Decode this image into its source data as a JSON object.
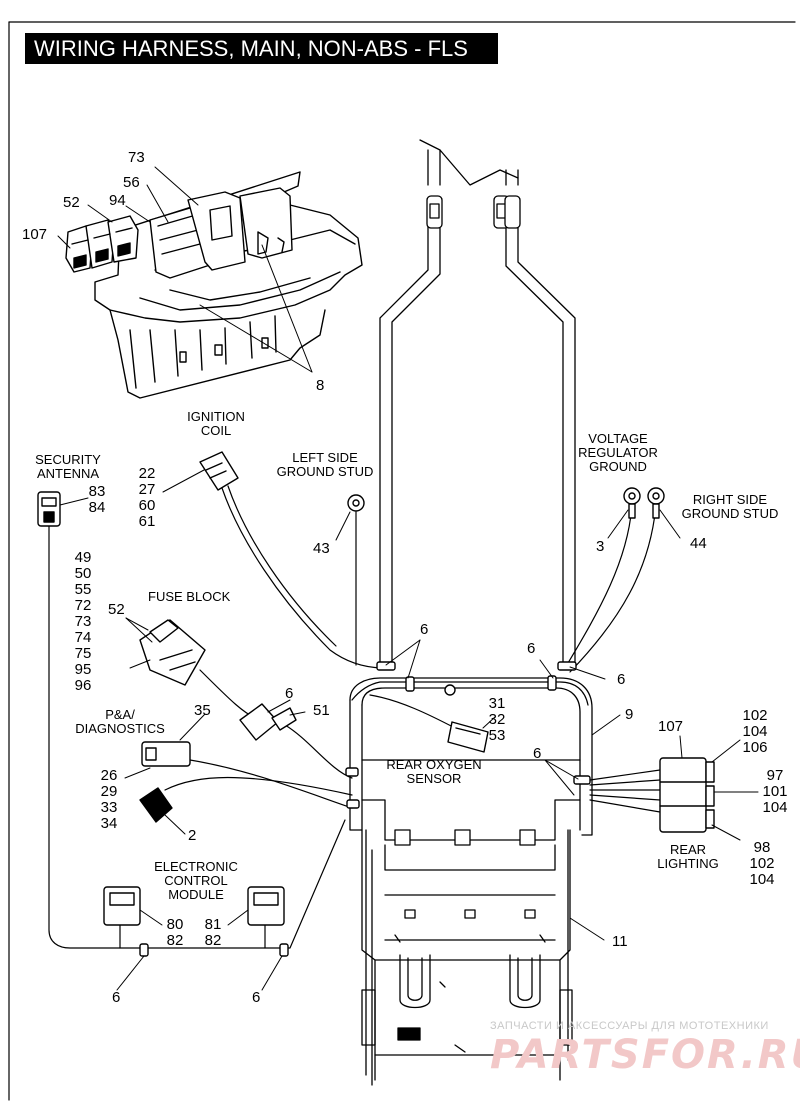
{
  "title": "WIRING HARNESS, MAIN, NON-ABS - FLS",
  "components": {
    "ignition_coil": "IGNITION\nCOIL",
    "left_ground": "LEFT SIDE\nGROUND STUD",
    "voltage_reg": "VOLTAGE\nREGULATOR\nGROUND",
    "right_ground": "RIGHT SIDE\nGROUND STUD",
    "security_antenna": "SECURITY\nANTENNA",
    "fuse_block": "FUSE BLOCK",
    "pa_diag": "P&A/\nDIAGNOSTICS",
    "rear_o2": "REAR OXYGEN\nSENSOR",
    "ecm": "ELECTRONIC\nCONTROL\nMODULE",
    "rear_lighting": "REAR\nLIGHTING"
  },
  "callouts": {
    "c73": "73",
    "c56": "56",
    "c52a": "52",
    "c94": "94",
    "c107a": "107",
    "c8": "8",
    "coil_parts": [
      "22",
      "27",
      "60",
      "61"
    ],
    "antenna_parts": [
      "83",
      "84"
    ],
    "c43": "43",
    "c3": "3",
    "c44": "44",
    "fuse_list": [
      "49",
      "50",
      "55",
      "72",
      "73",
      "74",
      "75",
      "95",
      "96"
    ],
    "c52b": "52",
    "c6a": "6",
    "c6b": "6",
    "c6c": "6",
    "c6d": "6",
    "c6e": "6",
    "c6f": "6",
    "c6g": "6",
    "c51": "51",
    "c35": "35",
    "c9": "9",
    "o2_parts": [
      "31",
      "32",
      "53"
    ],
    "pa_parts": [
      "26",
      "29",
      "33",
      "34"
    ],
    "c2": "2",
    "c107b": "107",
    "rl_a": [
      "102",
      "104",
      "106"
    ],
    "rl_b": [
      "97",
      "101",
      "104"
    ],
    "rl_c": [
      "98",
      "102",
      "104"
    ],
    "ecm_a": [
      "80",
      "82"
    ],
    "ecm_b": [
      "81",
      "82"
    ],
    "c11": "11"
  },
  "watermark": {
    "line1": "ЗАПЧАСТИ И АКСЕССУАРЫ ДЛЯ МОТОТЕХНИКИ",
    "line2": "PARTSFOR.RU"
  },
  "colors": {
    "line": "#000000",
    "title_bg": "#000000",
    "title_fg": "#ffffff",
    "watermark": "#f2c8c8"
  }
}
